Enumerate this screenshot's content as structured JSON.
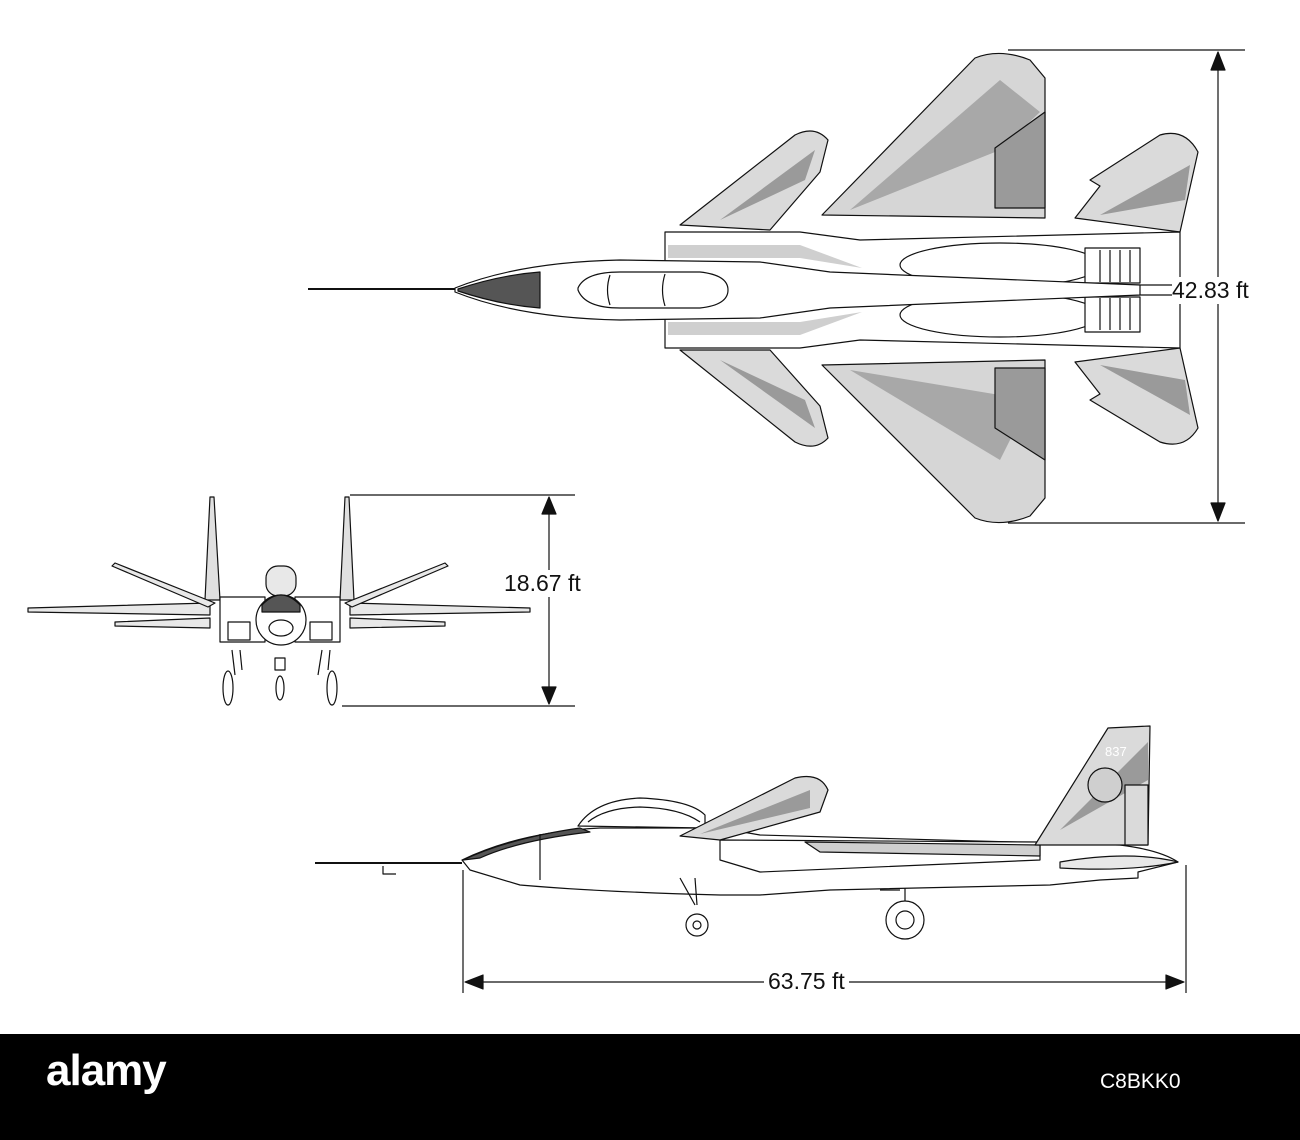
{
  "dimensions": {
    "wingspan": "42.83 ft",
    "height": "18.67 ft",
    "length": "63.75 ft"
  },
  "side_view": {
    "tail_number": "837"
  },
  "footer": {
    "brand": "alamy",
    "image_id": "C8BKK0"
  },
  "colors": {
    "line": "#111111",
    "light_gray": "#d2d2d2",
    "mid_gray": "#9a9a9a",
    "dark_gray": "#555555",
    "background": "#ffffff",
    "footer_bg": "#000000"
  }
}
